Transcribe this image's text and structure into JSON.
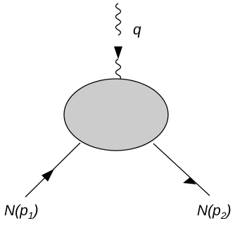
{
  "photon": {
    "symbol": "q"
  },
  "incoming": {
    "letter": "N",
    "momentum": "p",
    "index": "1"
  },
  "outgoing": {
    "letter": "N",
    "momentum": "p",
    "index": "2"
  },
  "colors": {
    "blob_fill": "#cccccc",
    "line": "#000000",
    "background": "#ffffff"
  }
}
